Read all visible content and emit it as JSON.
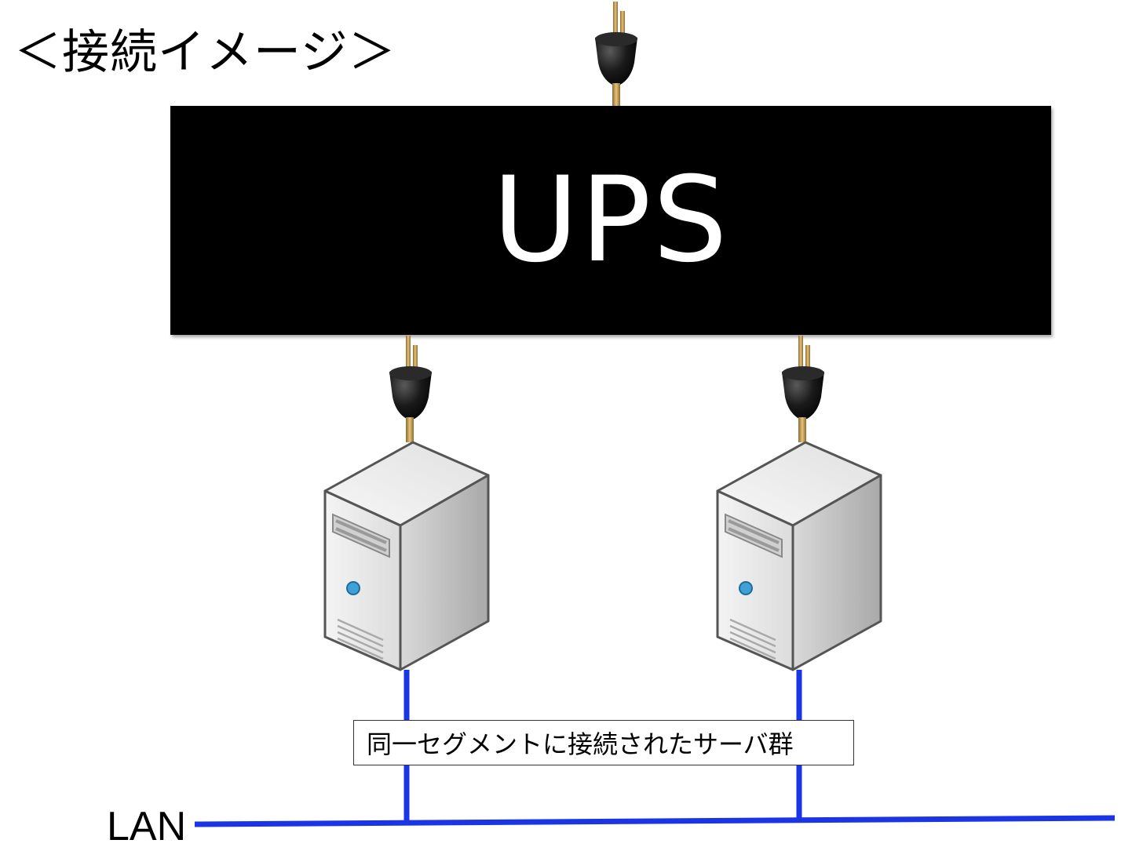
{
  "title": "＜接続イメージ＞",
  "ups": {
    "label": "UPS"
  },
  "segment": {
    "label": "同一セグメントに接続されたサーバ群"
  },
  "lan": {
    "label": "LAN"
  },
  "colors": {
    "lan_line": "#1a35e6",
    "ups_box": "#000000",
    "ups_text": "#ffffff"
  },
  "icons": [
    "power-plug-icon",
    "server-tower-icon"
  ]
}
